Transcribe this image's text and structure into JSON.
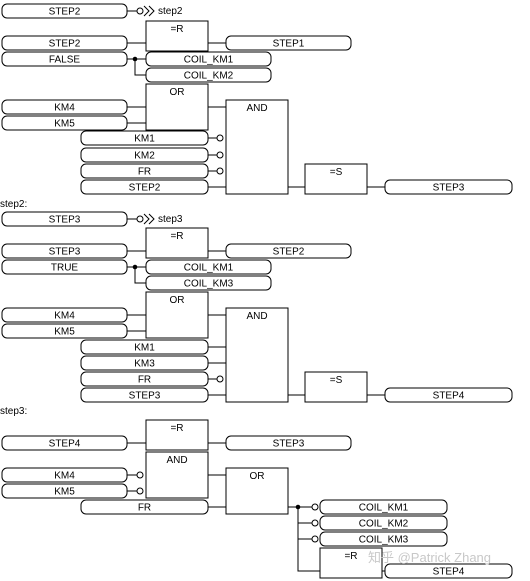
{
  "diagram": {
    "colors": {
      "stroke": "#000000",
      "background": "#ffffff",
      "watermark": "#c8c8c8"
    },
    "labels": {
      "step2": "step2:",
      "step3": "step3:",
      "jump_step2": "step2",
      "jump_step3": "step3"
    },
    "blocks": {
      "r1": "=R",
      "or1": "OR",
      "and1": "AND",
      "s1": "=S",
      "r2": "=R",
      "or2": "OR",
      "and2": "AND",
      "s2": "=S",
      "r3": "=R",
      "and3": "AND",
      "or3": "OR",
      "r4": "=R"
    },
    "fields": {
      "s1_jump_in": "STEP2",
      "s1_r_in": "STEP2",
      "s1_r_out": "STEP1",
      "s1_false": "FALSE",
      "s1_coil1": "COIL_KM1",
      "s1_coil2": "COIL_KM2",
      "s1_km4": "KM4",
      "s1_km5": "KM5",
      "s1_km1": "KM1",
      "s1_km2": "KM2",
      "s1_fr": "FR",
      "s1_step2": "STEP2",
      "s1_s_out": "STEP3",
      "s2_jump_in": "STEP3",
      "s2_r_in": "STEP3",
      "s2_r_out": "STEP2",
      "s2_true": "TRUE",
      "s2_coil1": "COIL_KM1",
      "s2_coil3": "COIL_KM3",
      "s2_km4": "KM4",
      "s2_km5": "KM5",
      "s2_km1": "KM1",
      "s2_km3": "KM3",
      "s2_fr": "FR",
      "s2_step3": "STEP3",
      "s2_s_out": "STEP4",
      "s3_r_in": "STEP4",
      "s3_r_out": "STEP3",
      "s3_km4": "KM4",
      "s3_km5": "KM5",
      "s3_fr": "FR",
      "s3_coil1": "COIL_KM1",
      "s3_coil2": "COIL_KM2",
      "s3_coil3": "COIL_KM3",
      "s3_r4_out": "STEP4"
    },
    "watermark": "知乎 @Patrick Zhang"
  }
}
